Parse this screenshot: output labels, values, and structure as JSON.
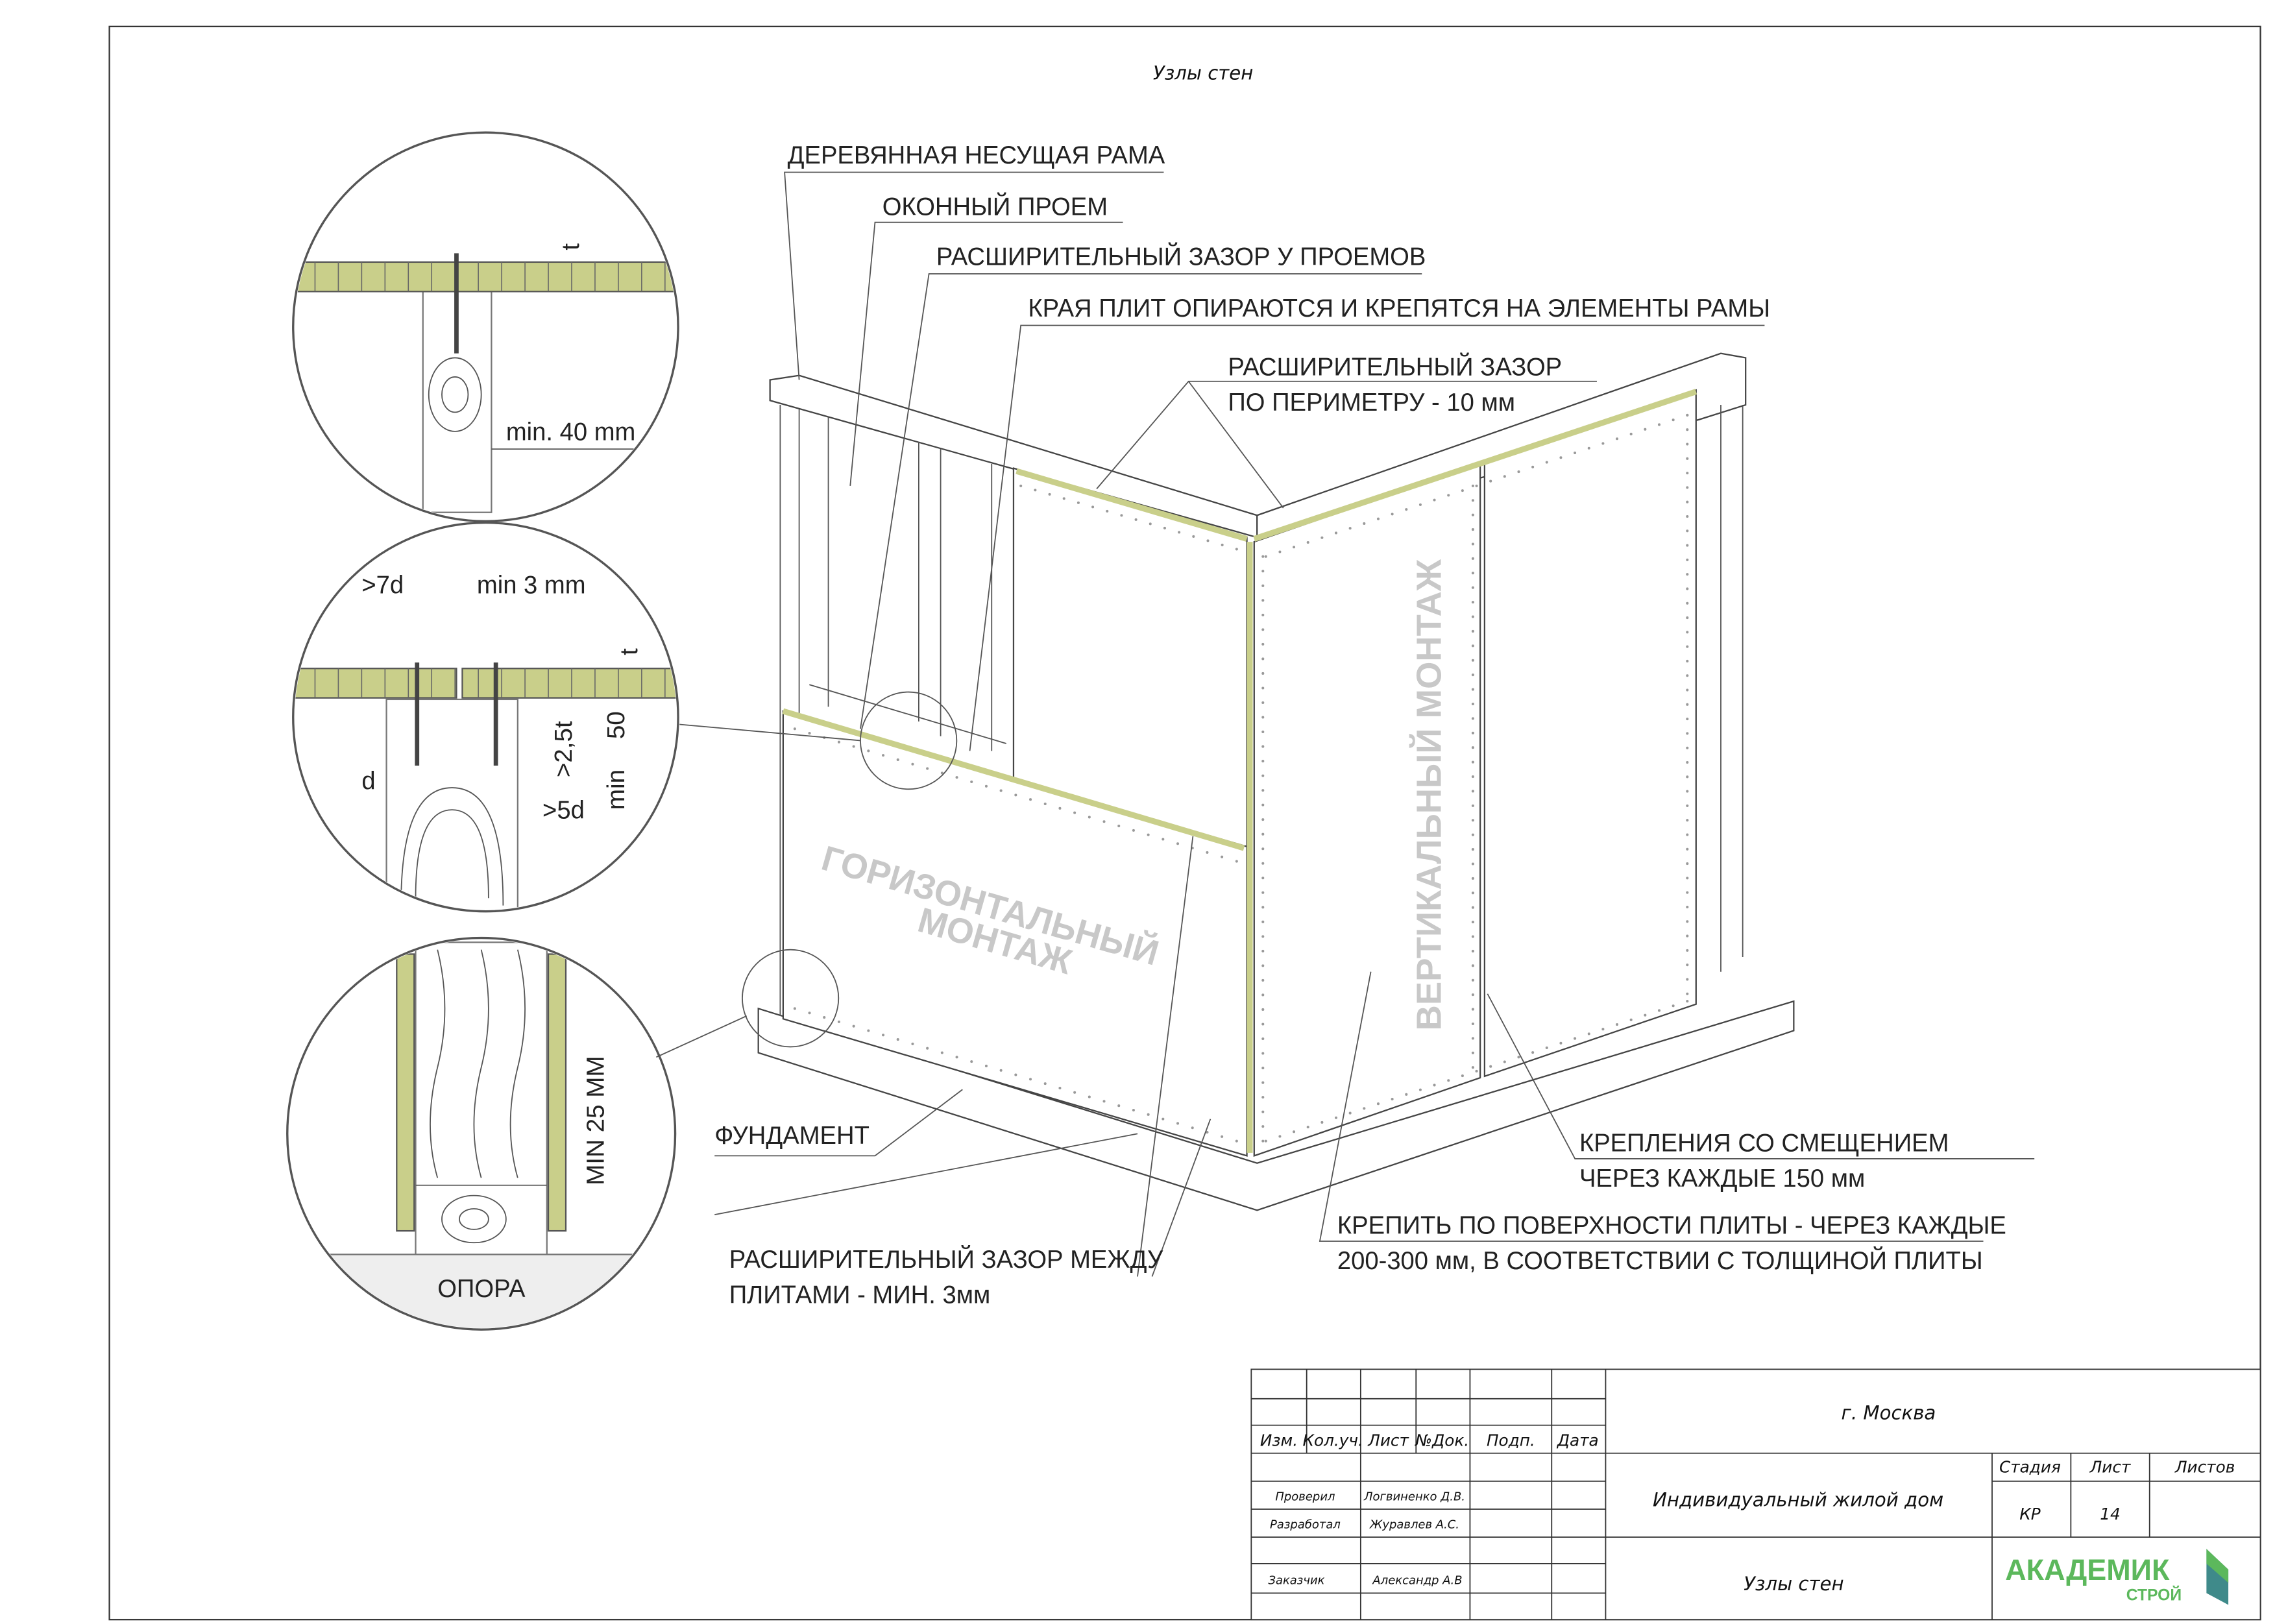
{
  "sheet_title": "Узлы стен",
  "labels": {
    "frame": "ДЕРЕВЯННАЯ НЕСУЩАЯ РАМА",
    "window": "ОКОННЫЙ ПРОЕМ",
    "gap_openings": "РАСШИРИТЕЛЬНЫЙ ЗАЗОР У ПРОЕМОВ",
    "edges": "КРАЯ ПЛИТ ОПИРАЮТСЯ И КРЕПЯТСЯ НА ЭЛЕМЕНТЫ РАМЫ",
    "perimeter_1": "РАСШИРИТЕЛЬНЫЙ ЗАЗОР",
    "perimeter_2": "ПО ПЕРИМЕТРУ - 10 мм",
    "foundation": "ФУНДАМЕНТ",
    "between_1": "РАСШИРИТЕЛЬНЫЙ ЗАЗОР МЕЖДУ",
    "between_2": "ПЛИТАМИ - МИН. 3мм",
    "offset_1": "КРЕПЛЕНИЯ СО СМЕЩЕНИЕМ",
    "offset_2": "ЧЕРЕЗ КАЖДЫЕ 150 мм",
    "surface_1": "КРЕПИТЬ ПО ПОВЕРХНОСТИ ПЛИТЫ - ЧЕРЕЗ КАЖДЫЕ",
    "surface_2": "200-300 мм, В СООТВЕТСТВИИ С ТОЛЩИНОЙ ПЛИТЫ",
    "horizontal_1": "ГОРИЗОНТАЛЬНЫЙ",
    "horizontal_2": "МОНТАЖ",
    "vertical": "ВЕРТИКАЛЬНЫЙ МОНТАЖ"
  },
  "details": {
    "d1_t": "t",
    "d1_min": "min. 40 mm",
    "d2_7d": ">7d",
    "d2_min3": "min  3 mm",
    "d2_t": "t",
    "d2_25t": ">2,5t",
    "d2_50": "50",
    "d2_min": "min",
    "d2_d": "d",
    "d2_5d": ">5d",
    "d3_min25": "MIN  25 MM",
    "d3_support": "ОПОРА"
  },
  "title_block": {
    "headers": [
      "Изм.",
      "Кол.уч.",
      "Лист",
      "№Док.",
      "Подп.",
      "Дата"
    ],
    "city": "г. Москва",
    "rows": [
      {
        "role": "Проверил",
        "name": "Логвиненко Д.В."
      },
      {
        "role": "Разработал",
        "name": "Журавлев А.С."
      },
      {
        "role": "Заказчик",
        "name": "Александр А.В"
      }
    ],
    "project": "Индивидуальный жилой дом",
    "sheet_name": "Узлы стен",
    "stage_label": "Стадия",
    "sheet_label": "Лист",
    "sheets_label": "Листов",
    "stage": "КР",
    "sheet": "14",
    "sheets": "",
    "logo_main": "АКАДЕМИК",
    "logo_sub": "СТРОЙ"
  },
  "colors": {
    "panel_edge": "#c9cf8a",
    "logo_green": "#5cb85c",
    "logo_teal": "#3f8a8a"
  }
}
